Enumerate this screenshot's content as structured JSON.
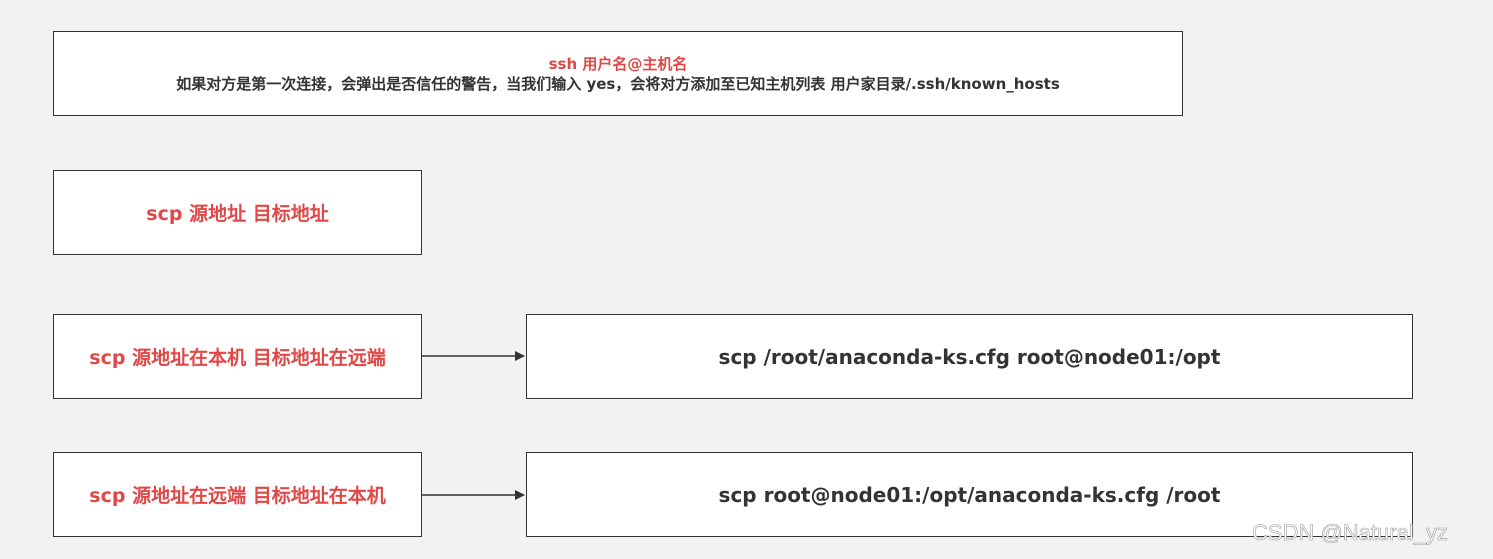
{
  "ssh_box": {
    "line1": "ssh 用户名@主机名",
    "line2": "如果对方是第一次连接，会弹出是否信任的警告，当我们输入 yes，会将对方添加至已知主机列表 用户家目录/.ssh/known_hosts"
  },
  "scp_box": {
    "label": "scp 源地址 目标地址"
  },
  "local_to_remote": {
    "label": "scp 源地址在本机 目标地址在远端",
    "example": "scp /root/anaconda-ks.cfg root@node01:/opt"
  },
  "remote_to_local": {
    "label": "scp 源地址在远端 目标地址在本机",
    "example": "scp root@node01:/opt/anaconda-ks.cfg /root"
  },
  "watermark": "CSDN @Natural_yz",
  "colors": {
    "accent_red": "#e04848",
    "text_dark": "#333333",
    "background": "#f2f2f2"
  }
}
